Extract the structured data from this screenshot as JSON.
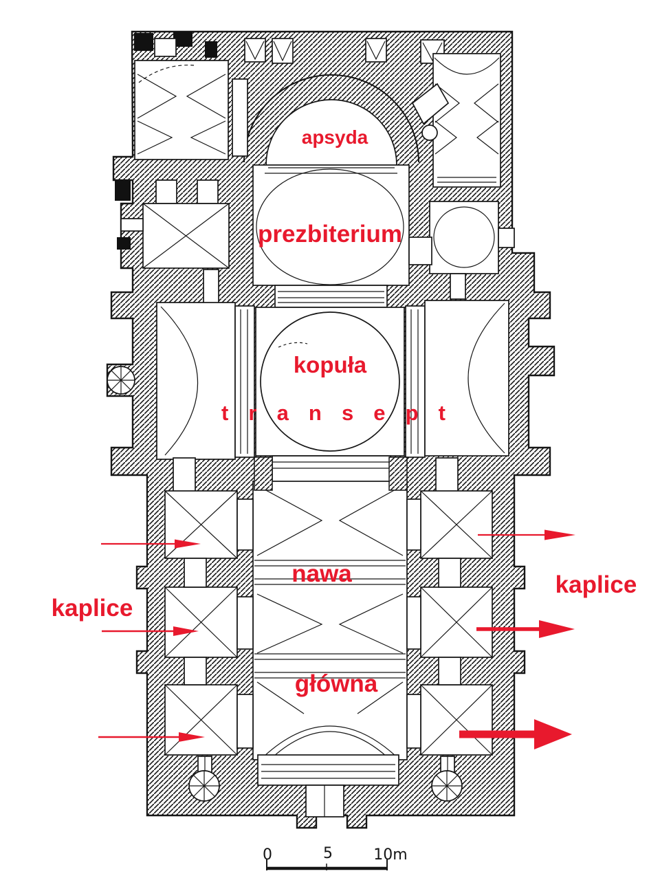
{
  "figure": {
    "kind": "church floor plan (architectural drawing)",
    "language": "Polish",
    "labels": {
      "apse": "apsyda",
      "presbytery": "prezbiterium",
      "dome": "kopuła",
      "transept": "t r a n s e p t",
      "nave_word1": "nawa",
      "nave_word2": "główna",
      "chapels_left": "kaplice",
      "chapels_right": "kaplice"
    },
    "arrows": [
      {
        "id": "arrow-left-upper",
        "points_to": "kaplice",
        "weight": "thin"
      },
      {
        "id": "arrow-left-middle",
        "points_to": "kaplice",
        "weight": "thin"
      },
      {
        "id": "arrow-left-lower",
        "points_to": "kaplice",
        "weight": "thin"
      },
      {
        "id": "arrow-right-upper",
        "points_to": "kaplice",
        "weight": "thin"
      },
      {
        "id": "arrow-right-middle",
        "points_to": "kaplice",
        "weight": "medium"
      },
      {
        "id": "arrow-right-lower",
        "points_to": "kaplice",
        "weight": "thick"
      }
    ],
    "scale_bar": {
      "tick_start": "0",
      "tick_mid": "5",
      "tick_end": "10m"
    },
    "colors": {
      "annotation_red": "#e8192d",
      "ink_black": "#161616",
      "paper_white": "#ffffff"
    }
  }
}
